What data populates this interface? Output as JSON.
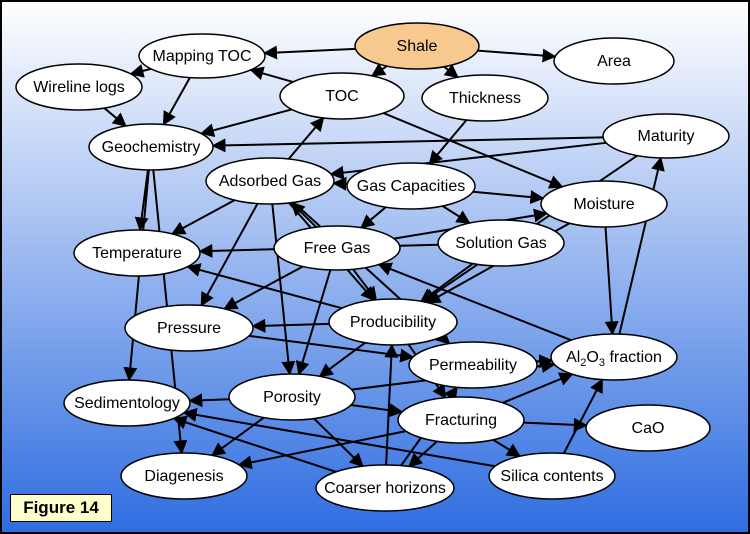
{
  "figure_label": "Figure 14",
  "colors": {
    "background_top": "#ffffff",
    "background_bottom": "#2f6de0",
    "node_fill": "#ffffff",
    "highlight_fill": "#f8c98e",
    "edge": "#000000",
    "label_fill": "#ffffcc"
  },
  "nodes": [
    {
      "id": "shale",
      "label": "Shale",
      "highlight": true
    },
    {
      "id": "mapping_toc",
      "label": "Mapping TOC"
    },
    {
      "id": "area",
      "label": "Area"
    },
    {
      "id": "wireline_logs",
      "label": "Wireline logs"
    },
    {
      "id": "toc",
      "label": "TOC"
    },
    {
      "id": "thickness",
      "label": "Thickness"
    },
    {
      "id": "maturity",
      "label": "Maturity"
    },
    {
      "id": "geochemistry",
      "label": "Geochemistry"
    },
    {
      "id": "adsorbed_gas",
      "label": "Adsorbed Gas"
    },
    {
      "id": "gas_capacities",
      "label": "Gas Capacities"
    },
    {
      "id": "moisture",
      "label": "Moisture"
    },
    {
      "id": "temperature",
      "label": "Temperature"
    },
    {
      "id": "free_gas",
      "label": "Free Gas"
    },
    {
      "id": "solution_gas",
      "label": "Solution Gas"
    },
    {
      "id": "pressure",
      "label": "Pressure"
    },
    {
      "id": "producibility",
      "label": "Producibility"
    },
    {
      "id": "permeability",
      "label": "Permeability"
    },
    {
      "id": "al2o3",
      "label": "Al2O3 fraction",
      "label_main": "Al",
      "label_sub1": "2",
      "label_mid": "O",
      "label_sub2": "3",
      "label_tail": " fraction"
    },
    {
      "id": "sedimentology",
      "label": "Sedimentology"
    },
    {
      "id": "porosity",
      "label": "Porosity"
    },
    {
      "id": "fracturing",
      "label": "Fracturing"
    },
    {
      "id": "cao",
      "label": "CaO"
    },
    {
      "id": "diagenesis",
      "label": "Diagenesis"
    },
    {
      "id": "coarser_horizons",
      "label": "Coarser horizons"
    },
    {
      "id": "silica_contents",
      "label": "Silica contents"
    }
  ],
  "edges": [
    {
      "from": "shale",
      "to": "mapping_toc"
    },
    {
      "from": "shale",
      "to": "area"
    },
    {
      "from": "shale",
      "to": "toc"
    },
    {
      "from": "shale",
      "to": "thickness"
    },
    {
      "from": "mapping_toc",
      "to": "wireline_logs"
    },
    {
      "from": "mapping_toc",
      "to": "geochemistry"
    },
    {
      "from": "wireline_logs",
      "to": "geochemistry"
    },
    {
      "from": "toc",
      "to": "mapping_toc"
    },
    {
      "from": "toc",
      "to": "geochemistry"
    },
    {
      "from": "toc",
      "to": "moisture"
    },
    {
      "from": "thickness",
      "to": "gas_capacities"
    },
    {
      "from": "adsorbed_gas",
      "to": "toc"
    },
    {
      "from": "maturity",
      "to": "adsorbed_gas"
    },
    {
      "from": "maturity",
      "to": "geochemistry"
    },
    {
      "from": "maturity",
      "to": "producibility"
    },
    {
      "from": "gas_capacities",
      "to": "adsorbed_gas"
    },
    {
      "from": "gas_capacities",
      "to": "moisture"
    },
    {
      "from": "gas_capacities",
      "to": "solution_gas"
    },
    {
      "from": "gas_capacities",
      "to": "free_gas"
    },
    {
      "from": "adsorbed_gas",
      "to": "temperature"
    },
    {
      "from": "adsorbed_gas",
      "to": "pressure"
    },
    {
      "from": "adsorbed_gas",
      "to": "porosity"
    },
    {
      "from": "adsorbed_gas",
      "to": "producibility"
    },
    {
      "from": "adsorbed_gas",
      "to": "permeability"
    },
    {
      "from": "free_gas",
      "to": "adsorbed_gas"
    },
    {
      "from": "free_gas",
      "to": "moisture"
    },
    {
      "from": "free_gas",
      "to": "pressure"
    },
    {
      "from": "free_gas",
      "to": "porosity"
    },
    {
      "from": "free_gas",
      "to": "producibility"
    },
    {
      "from": "solution_gas",
      "to": "temperature"
    },
    {
      "from": "solution_gas",
      "to": "producibility"
    },
    {
      "from": "moisture",
      "to": "producibility"
    },
    {
      "from": "moisture",
      "to": "al2o3"
    },
    {
      "from": "producibility",
      "to": "temperature"
    },
    {
      "from": "producibility",
      "to": "porosity"
    },
    {
      "from": "producibility",
      "to": "pressure"
    },
    {
      "from": "producibility",
      "to": "fracturing"
    },
    {
      "from": "al2o3",
      "to": "free_gas"
    },
    {
      "from": "al2o3",
      "to": "maturity"
    },
    {
      "from": "pressure",
      "to": "permeability"
    },
    {
      "from": "permeability",
      "to": "al2o3"
    },
    {
      "from": "porosity",
      "to": "sedimentology"
    },
    {
      "from": "porosity",
      "to": "fracturing"
    },
    {
      "from": "porosity",
      "to": "diagenesis"
    },
    {
      "from": "porosity",
      "to": "coarser_horizons"
    },
    {
      "from": "porosity",
      "to": "al2o3"
    },
    {
      "from": "fracturing",
      "to": "cao"
    },
    {
      "from": "fracturing",
      "to": "silica_contents"
    },
    {
      "from": "fracturing",
      "to": "coarser_horizons"
    },
    {
      "from": "fracturing",
      "to": "al2o3"
    },
    {
      "from": "fracturing",
      "to": "diagenesis"
    },
    {
      "from": "silica_contents",
      "to": "al2o3"
    },
    {
      "from": "silica_contents",
      "to": "sedimentology"
    },
    {
      "from": "coarser_horizons",
      "to": "sedimentology"
    },
    {
      "from": "coarser_horizons",
      "to": "producibility"
    },
    {
      "from": "coarser_horizons",
      "to": "permeability"
    },
    {
      "from": "geochemistry",
      "to": "sedimentology"
    },
    {
      "from": "geochemistry",
      "to": "diagenesis"
    },
    {
      "from": "geochemistry",
      "to": "temperature"
    }
  ]
}
